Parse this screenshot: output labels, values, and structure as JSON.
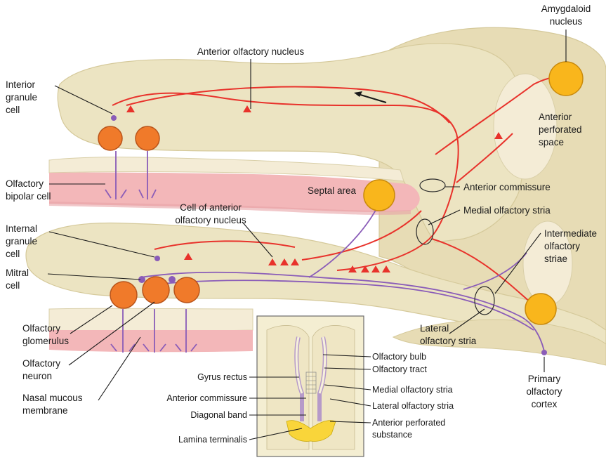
{
  "colors": {
    "tissue": "#ece4c2",
    "tissue_edge": "#d5c99a",
    "mucosa": "#f3b7b9",
    "bone": "#f4ecd6",
    "tract_red": "#e8322b",
    "tract_purple": "#8a5cb8",
    "cell_orange": "#f07a2a",
    "nucleus_yellow": "#f9b61c"
  },
  "labels": {
    "amygdaloid": [
      "Amygdaloid",
      "nucleus"
    ],
    "anterior_olfactory_nucleus": "Anterior olfactory nucleus",
    "interior_granule": [
      "Interior",
      "granule",
      "cell"
    ],
    "anterior_perforated_space": [
      "Anterior",
      "perforated",
      "space"
    ],
    "olfactory_bipolar": [
      "Olfactory",
      "bipolar cell"
    ],
    "septal_area": "Septal area",
    "anterior_commissure": "Anterior commissure",
    "cell_anterior_olfactory": [
      "Cell of anterior",
      "olfactory nucleus"
    ],
    "medial_olfactory_stria": "Medial olfactory stria",
    "internal_granule": [
      "Internal",
      "granule",
      "cell"
    ],
    "intermediate_striae": [
      "Intermediate",
      "olfactory",
      "striae"
    ],
    "mitral": [
      "Mitral",
      "cell"
    ],
    "olfactory_glomerulus": [
      "Olfactory",
      "glomerulus"
    ],
    "lateral_olfactory_stria": [
      "Lateral",
      "olfactory stria"
    ],
    "olfactory_neuron": [
      "Olfactory",
      "neuron"
    ],
    "primary_olfactory_cortex": [
      "Primary",
      "olfactory",
      "cortex"
    ],
    "nasal_mucous": [
      "Nasal mucous",
      "membrane"
    ]
  },
  "inset": {
    "right": [
      "Olfactory bulb",
      "Olfactory tract",
      "Medial olfactory stria",
      "Lateral olfactory stria",
      "Anterior perforated",
      "substance"
    ],
    "left": [
      "Gyrus rectus",
      "Anterior commissure",
      "Diagonal band",
      "Lamina terminalis"
    ]
  }
}
